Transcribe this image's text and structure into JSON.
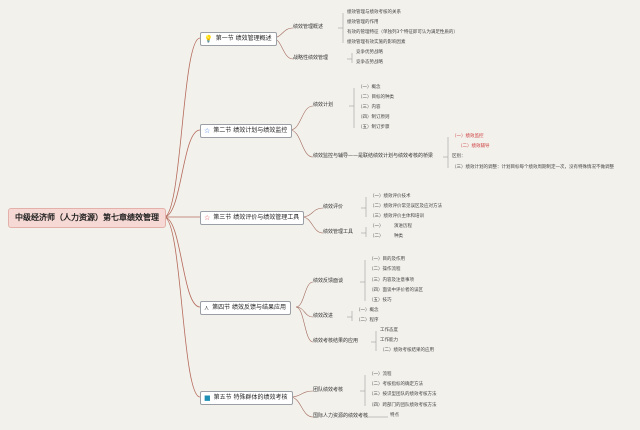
{
  "root": "中级经济师（人力资源）第七章绩效管理",
  "sections": [
    {
      "label": "第一节 绩效管理概述",
      "icon_name": "light-bulb-icon",
      "icon_char": "💡",
      "icon_color": "#e6b800",
      "children": [
        {
          "label": "绩效管理概述",
          "children": [
            "绩效管理与绩效考核的关系",
            "绩效管理的作用",
            "有效的管理特征（单独列3个特征即可认为满足性质的）",
            "绩效管理有效实施的影响因素"
          ]
        },
        {
          "label": "战略性绩效管理",
          "children": [
            "竞争优势战略",
            "竞争态势战略"
          ]
        }
      ]
    },
    {
      "label": "第二节 绩效计划与绩效监控",
      "icon_name": "star-icon",
      "icon_char": "☆",
      "icon_color": "#2a6fd6",
      "children": [
        {
          "label": "绩效计划",
          "children": [
            "（一）概念",
            "（二）目标的种类",
            "（三）内容",
            "（四）制订原则",
            "（五）制订步骤"
          ]
        },
        {
          "label": "绩效监控与辅导——是联结绩效计划与绩效考核的桥梁",
          "children": [
            "（一）绩效监控",
            "（二）绩效辅导",
            "区别：",
            "（三）绩效计划的调整：计划目标每个绩效周期制定一次，没有特殊情况不做调整"
          ]
        }
      ]
    },
    {
      "label": "第三节 绩效评价与绩效管理工具",
      "icon_name": "star-icon",
      "icon_char": "☆",
      "icon_color": "#d63a3a",
      "children": [
        {
          "label": "绩效评价",
          "children": [
            "（一）绩效评价技术",
            "（二）绩效评价常见误区及应对方法",
            "（三）绩效评价主体和培训"
          ]
        },
        {
          "label": "绩效管理工具",
          "children": [
            "（一）",
            "演进历程",
            "（二）",
            "种类"
          ]
        }
      ]
    },
    {
      "label": "第四节 绩效反馈与结果应用",
      "icon_name": "compass-icon",
      "icon_char": "⋏",
      "icon_color": "#6a6a6a",
      "children": [
        {
          "label": "绩效反馈面谈",
          "children": [
            "（一）目的及作用",
            "（二）操作流程",
            "（三）内容及注意事项",
            "（四）面谈中评价者的误区",
            "（五）技巧"
          ]
        },
        {
          "label": "绩效改进",
          "children": [
            "（一）概念",
            "（二）程序"
          ]
        },
        {
          "label": "绩效考核结果的应用",
          "children": [
            "工作态度",
            "工作能力",
            "（二）绩效考核结果的应用"
          ]
        }
      ]
    },
    {
      "label": "第五节 特殊群体的绩效考核",
      "icon_name": "square-icon",
      "icon_char": "■",
      "icon_color": "#1d8fb5",
      "children": [
        {
          "label": "团队绩效考核",
          "children": [
            "（一）流程",
            "（二）考核指标的确定方法",
            "（三）按识型团队的绩效考核方法",
            "（四）跨部门的团队绩效考核方法"
          ]
        },
        {
          "label": "国际人力资源的绩效考核",
          "children": [
            "特点"
          ]
        }
      ]
    }
  ]
}
